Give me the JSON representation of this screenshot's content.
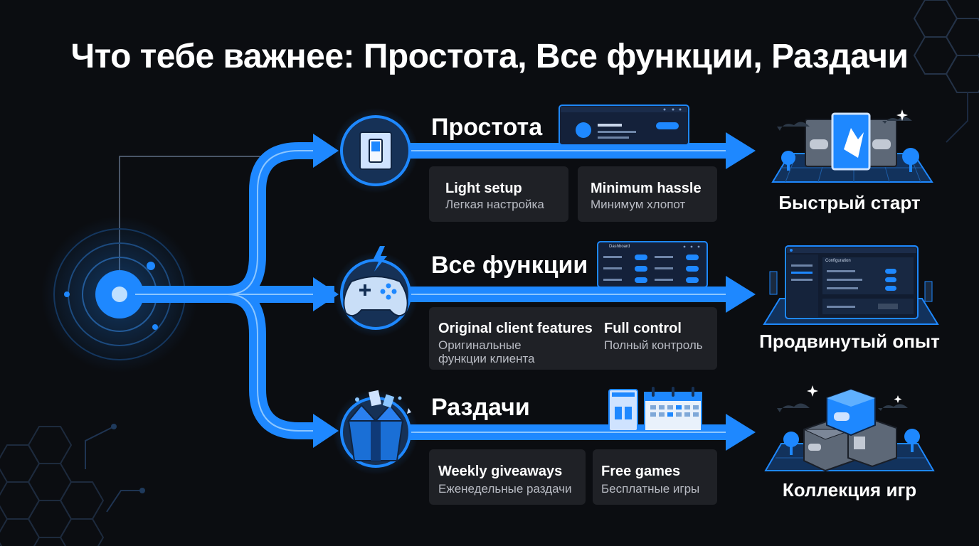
{
  "title": "Что тебе важнее: Простота, Все функции, Раздачи",
  "branches": [
    {
      "title": "Простота",
      "cards": [
        {
          "en": "Light setup",
          "ru": "Легкая настройка"
        },
        {
          "en": "Minimum hassle",
          "ru": "Минимум хлопот"
        }
      ],
      "result": "Быстрый старт"
    },
    {
      "title": "Все функции",
      "cards": [
        {
          "en": "Original client features",
          "ru": "Оригинальные функции клиента"
        },
        {
          "en": "Full control",
          "ru": "Полный контроль"
        }
      ],
      "result": "Продвинутый опыт",
      "mockup_label": "Dashboard",
      "result_mockup_label": "Configuration"
    },
    {
      "title": "Раздачи",
      "cards": [
        {
          "en": "Weekly giveaways",
          "ru": "Еженедельные раздачи"
        },
        {
          "en": "Free games",
          "ru": "Бесплатные игры"
        }
      ],
      "result": "Коллекция игр"
    }
  ],
  "colors": {
    "background": "#0b0d11",
    "accent": "#1e88ff",
    "accent_light": "#5fb0ff",
    "card": "#1f2126",
    "icon_fill": "#163156"
  },
  "icons": [
    "hub-icon",
    "light-switch-icon",
    "gamepad-icon",
    "gift-box-icon",
    "game-cards-icon",
    "dashboard-icon",
    "game-boxes-icon",
    "calendar-icon",
    "gift-card-icon"
  ]
}
